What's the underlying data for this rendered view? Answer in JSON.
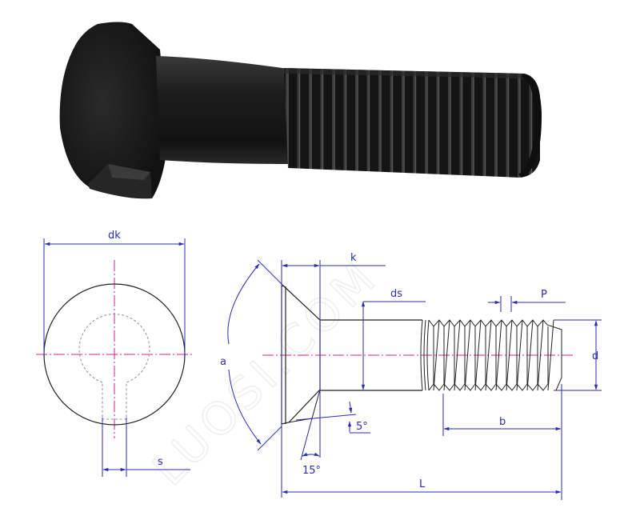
{
  "figure": {
    "subject": "Countersunk head plow bolt with square neck key",
    "photo": {
      "description": "Black oxide plow bolt photograph"
    },
    "watermark": "LUOSI.COM",
    "colors": {
      "dimension": "#2b2bb0",
      "outline": "#222222",
      "centerline": "#d02090",
      "hidden": "#999999",
      "photo_metal": "#1a1a1a"
    },
    "front_view": {
      "labels": {
        "head_diameter": "dk",
        "key_width": "s"
      }
    },
    "side_view": {
      "labels": {
        "head_height": "k",
        "head_angle": "a",
        "shank_diameter": "ds",
        "pitch": "P",
        "thread_diameter": "d",
        "thread_length": "b",
        "total_length": "L",
        "angle_5": "5°",
        "angle_15": "15°"
      }
    }
  }
}
